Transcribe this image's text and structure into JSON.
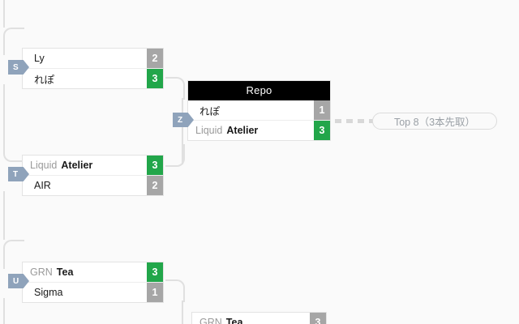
{
  "background_color": "#fafafa",
  "colors": {
    "win_score": "#22a64a",
    "lose_score": "#a6a6a6",
    "round_badge": "#8fa3bb",
    "header_bar": "#000000",
    "connector": "#e0e0e0"
  },
  "matches": [
    {
      "id": "match-s",
      "round_badge": "S",
      "header": null,
      "slots": [
        {
          "team": "",
          "player": "Ly",
          "bold": false,
          "score": "2",
          "winner": false
        },
        {
          "team": "",
          "player": "れぽ",
          "bold": false,
          "score": "3",
          "winner": true
        }
      ]
    },
    {
      "id": "match-t",
      "round_badge": "T",
      "header": null,
      "slots": [
        {
          "team": "Liquid",
          "player": "Atelier",
          "bold": true,
          "score": "3",
          "winner": true
        },
        {
          "team": "",
          "player": "AIR",
          "bold": false,
          "score": "2",
          "winner": false
        }
      ]
    },
    {
      "id": "match-u",
      "round_badge": "U",
      "header": null,
      "slots": [
        {
          "team": "GRN",
          "player": "Tea",
          "bold": true,
          "score": "3",
          "winner": true
        },
        {
          "team": "",
          "player": "Sigma",
          "bold": false,
          "score": "1",
          "winner": false
        }
      ]
    },
    {
      "id": "match-z",
      "round_badge": "Z",
      "header": "Repo",
      "slots": [
        {
          "team": "",
          "player": "れぽ",
          "bold": false,
          "score": "1",
          "winner": false
        },
        {
          "team": "Liquid",
          "player": "Atelier",
          "bold": true,
          "score": "3",
          "winner": true
        }
      ]
    },
    {
      "id": "match-partial",
      "round_badge": null,
      "header": null,
      "slots": [
        {
          "team": "GRN",
          "player": "Tea",
          "bold": true,
          "score": "3",
          "winner": false
        }
      ]
    }
  ],
  "stage_label": {
    "text": "Top 8（3本先取）"
  }
}
